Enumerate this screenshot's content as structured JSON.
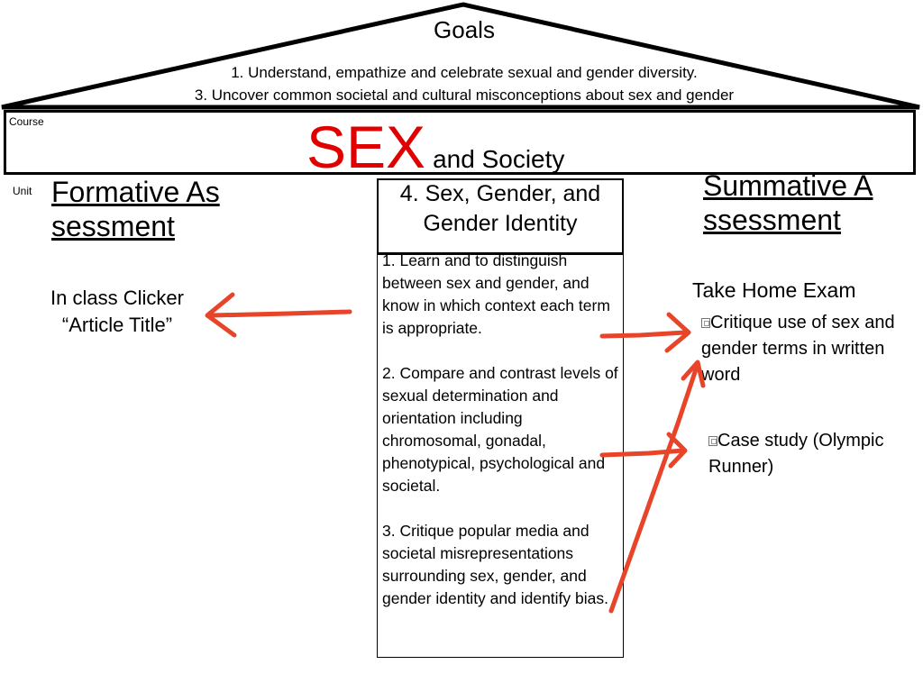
{
  "goals": {
    "title": "Goals",
    "items": [
      "1. Understand, empathize and celebrate sexual and gender diversity.",
      "3. Uncover common societal and cultural misconceptions about sex and gender"
    ]
  },
  "course": {
    "label": "Course",
    "title_main": "SEX",
    "title_rest": "and Society"
  },
  "unit": {
    "label": "Unit",
    "title": "4. Sex, Gender, and Gender Identity",
    "objectives": [
      "1. Learn and to distinguish between sex and gender, and know in which context each term is appropriate.",
      "2. Compare and contrast levels of sexual determination and orientation including chromosomal, gonadal, phenotypical, psychological and societal.",
      "3. Critique popular media and societal misrepresentations surrounding sex, gender, and gender identity and identify bias."
    ]
  },
  "formative": {
    "heading": "Formative Assessment",
    "item_line1": "In class Clicker",
    "item_line2": "“Article Title”"
  },
  "summative": {
    "heading": "Summative Assessment",
    "exam": "Take Home Exam",
    "bullets": [
      "Critique use of sex and gender terms in written word",
      "Case study (Olympic Runner)"
    ],
    "bullet_icon": "book-icon"
  },
  "colors": {
    "accent_red": "#e00000",
    "arrow_red": "#e8442a"
  }
}
